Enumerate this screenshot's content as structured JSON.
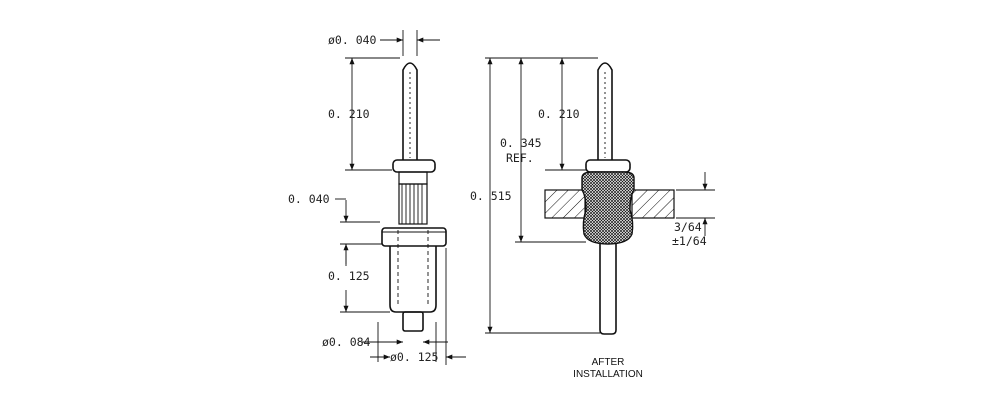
{
  "labels": {
    "left_top_diameter": "ø0. 040",
    "left_pin_length": "0. 210",
    "left_collar": "0. 040",
    "left_body_length": "0. 125",
    "left_tail_diameter": "ø0. 084",
    "left_body_diameter": "ø0. 125",
    "right_pin_length": "0. 210",
    "right_ref_value": "0. 345",
    "right_ref_suffix": "REF.",
    "right_overall": "0. 515",
    "panel_thickness": "3/64",
    "panel_tolerance": "±1/64",
    "caption_line1": "AFTER",
    "caption_line2": "INSTALLATION"
  },
  "colors": {
    "line": "#111111",
    "text": "#222222",
    "background": "#ffffff"
  }
}
